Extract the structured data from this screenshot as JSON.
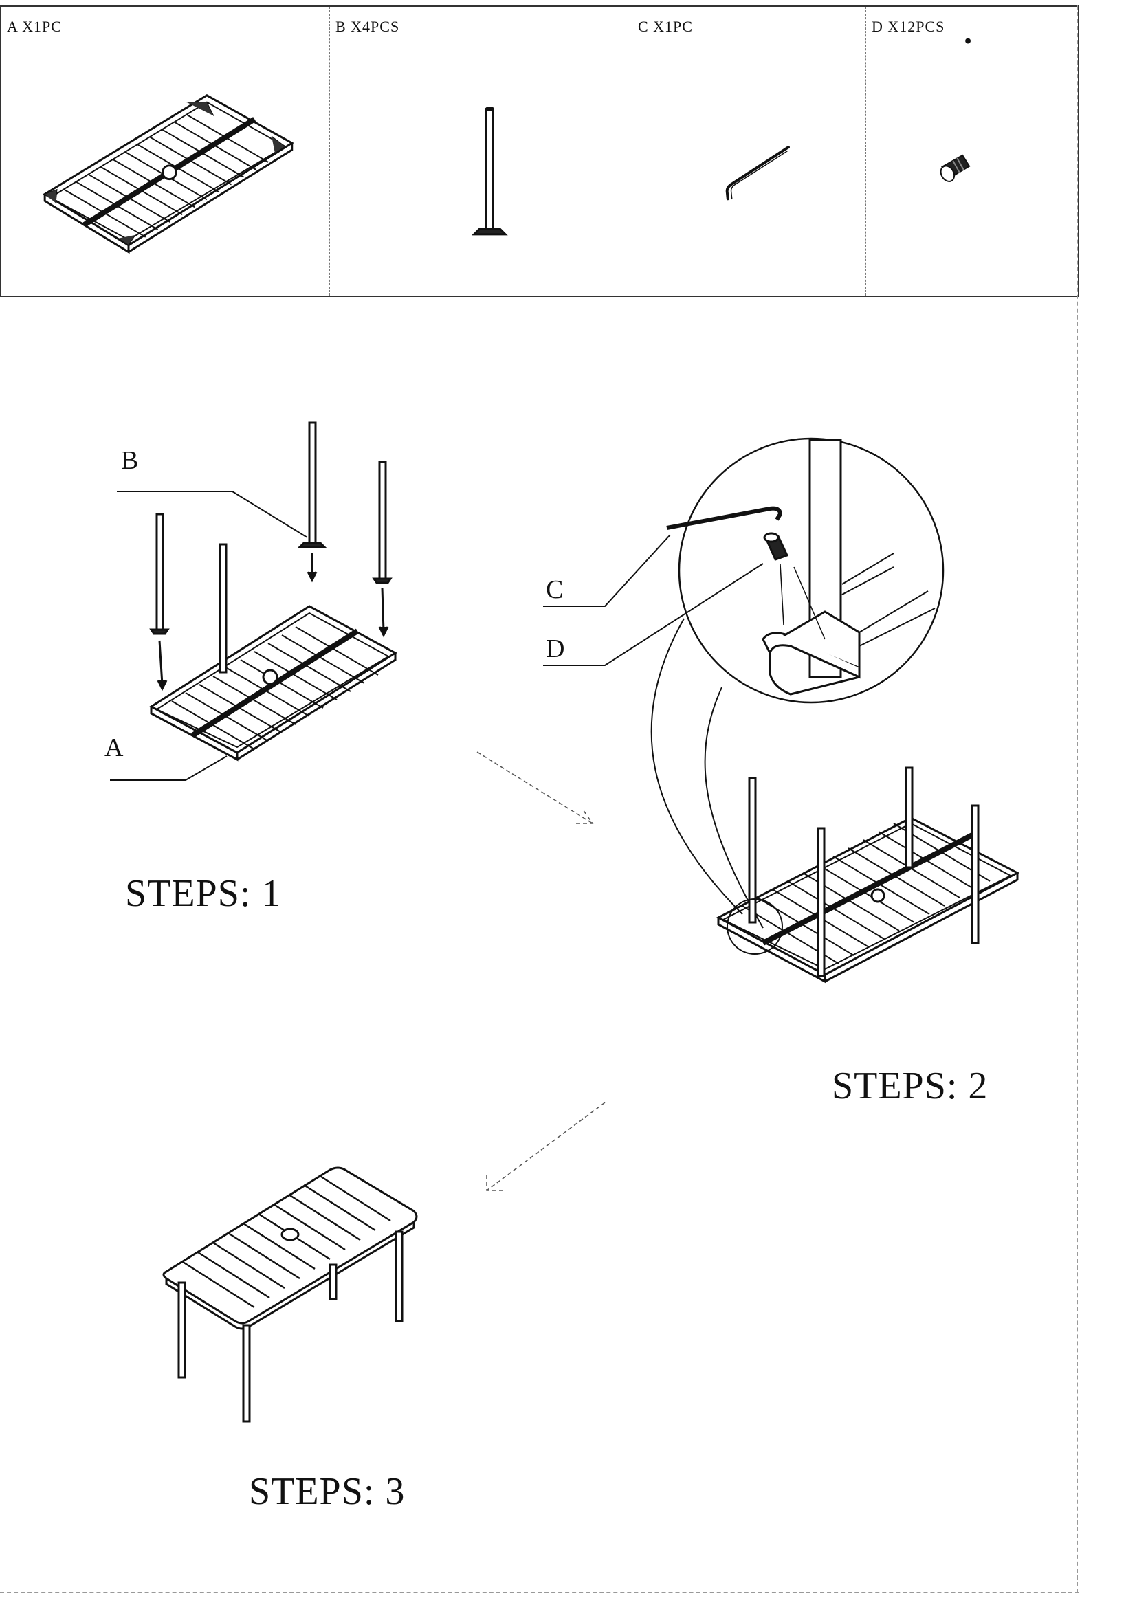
{
  "parts": [
    {
      "id": "A",
      "label": "A X1PC",
      "icon": "tabletop-frame-icon"
    },
    {
      "id": "B",
      "label": "B X4PCS",
      "icon": "table-leg-icon"
    },
    {
      "id": "C",
      "label": "C  X1PC",
      "icon": "allen-key-icon"
    },
    {
      "id": "D",
      "label": "D  X12PCS",
      "icon": "bolt-icon"
    }
  ],
  "steps": {
    "step1": {
      "label": "STEPS: 1",
      "callouts": {
        "b": "B",
        "a": "A"
      }
    },
    "step2": {
      "label": "STEPS: 2",
      "callouts": {
        "c": "C",
        "d": "D"
      }
    },
    "step3": {
      "label": "STEPS: 3"
    }
  }
}
